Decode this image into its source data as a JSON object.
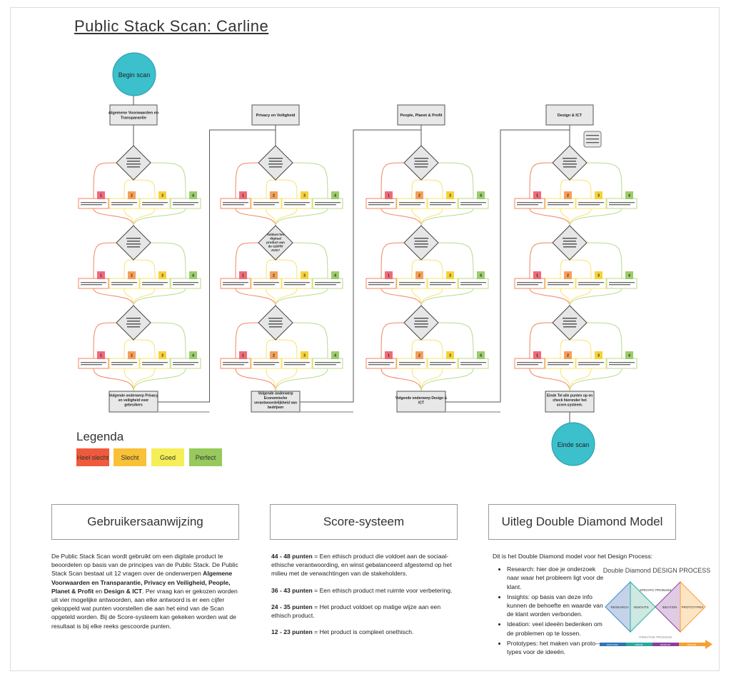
{
  "title": "Public Stack Scan: Carline",
  "start": "Begin scan",
  "end": "Einde scan",
  "columns": [
    {
      "header": "Algemene Voorwaarden en Transparantie",
      "footer": "Volgende onderwerp Privacy en veiligheid voor gebruikers",
      "questions": [
        "",
        "",
        ""
      ]
    },
    {
      "header": "Privacy en Veiligheid",
      "footer": "Volgende onderwerp Economische verantwoordelijkheid van bedrijven",
      "questions": [
        "",
        "Voldoet het digitaal product aan de GDPR/ AVG?",
        ""
      ]
    },
    {
      "header": "People, Planet & Profit",
      "footer": "Volgende onderwerp Design & ICT",
      "questions": [
        "",
        "",
        ""
      ]
    },
    {
      "header": "Design & ICT",
      "footer": "Einde Tel alle punten op en check hieronder het score-systeem.",
      "questions": [
        "",
        "",
        ""
      ]
    }
  ],
  "scores": [
    "1",
    "2",
    "3",
    "4"
  ],
  "colors": {
    "1": "#ef6b78",
    "2": "#f5a05a",
    "3": "#f6d23c",
    "4": "#9ccd6c",
    "teal": "#3bc0cc"
  },
  "legend": {
    "title": "Legenda",
    "items": [
      {
        "label": "Heel slecht",
        "color": "#f05a3c"
      },
      {
        "label": "Slecht",
        "color": "#f9c136"
      },
      {
        "label": "Goed",
        "color": "#f5ee56"
      },
      {
        "label": "Perfect",
        "color": "#97c95c"
      }
    ]
  },
  "panels": {
    "guide": {
      "title": "Gebruikersaanwijzing",
      "t1": "De Public Stack Scan wordt gebruikt om een digitale product te beoordelen op basis van de principes van de Public Stack. De Public Stack Scan bestaat uit 12 vragen over de onderwerpen ",
      "b1": "Algemene Voorwaarden en Transparantie, Privacy en Veiligheid, People, Planet & Profit",
      "t2": " en ",
      "b2": "Design & ICT",
      "t3": ". Per vraag kan er gekozen worden uit vier mogelijke antwoorden, aan elke antwoord is er een cijfer gekoppeld wat punten voorstellen die aan het eind van de Scan opgeteld worden. Bij de Score-systeem kan gekeken worden wat de resultaat is bij elke reeks gescoorde punten."
    },
    "score": {
      "title": "Score-systeem",
      "rows": [
        {
          "range": "44 - 48 punten",
          "text": " = Een ethisch product die voldoet aan de sociaal-ethische verantwoording, en winst gebalanceerd afgestemd op het milieu met de verwachtingen van de stakeholders."
        },
        {
          "range": "36 - 43 punten",
          "text": " = Een ethisch product met ruimte voor verbetering."
        },
        {
          "range": "24 - 35 punten",
          "text": " = Het product voldoet op matige wijze aan een ethisch product."
        },
        {
          "range": "12 - 23 punten",
          "text": " = Het product is compleet onethisch."
        }
      ]
    },
    "dd": {
      "title": "Uitleg Double Diamond Model",
      "intro": "Dit is het Double Diamond model voor het Design Process:",
      "items": [
        "Research: hier doe je onderzoek naar waar het probleem ligt voor de klant.",
        "Insights: op basis van deze info kunnen de behoefte en waarde van de klant worden verbonden.",
        "Ideation: veel ideeën bedenken om de problemen op te lossen.",
        "Prototypes: het maken van proto--types voor de ideeën."
      ],
      "figure": {
        "title": "Double Diamond DESIGN PROCESS",
        "labels": [
          "RESEARCH",
          "INSIGHTS",
          "IDEATION",
          "PROTOTYPES"
        ],
        "phases": [
          "DISCOVER",
          "DEFINE",
          "DEVELOP",
          "DELIVER"
        ],
        "iterative": "ITERATIVE PROCESS",
        "specific": "SPECIFIC PROBLEM"
      }
    }
  }
}
